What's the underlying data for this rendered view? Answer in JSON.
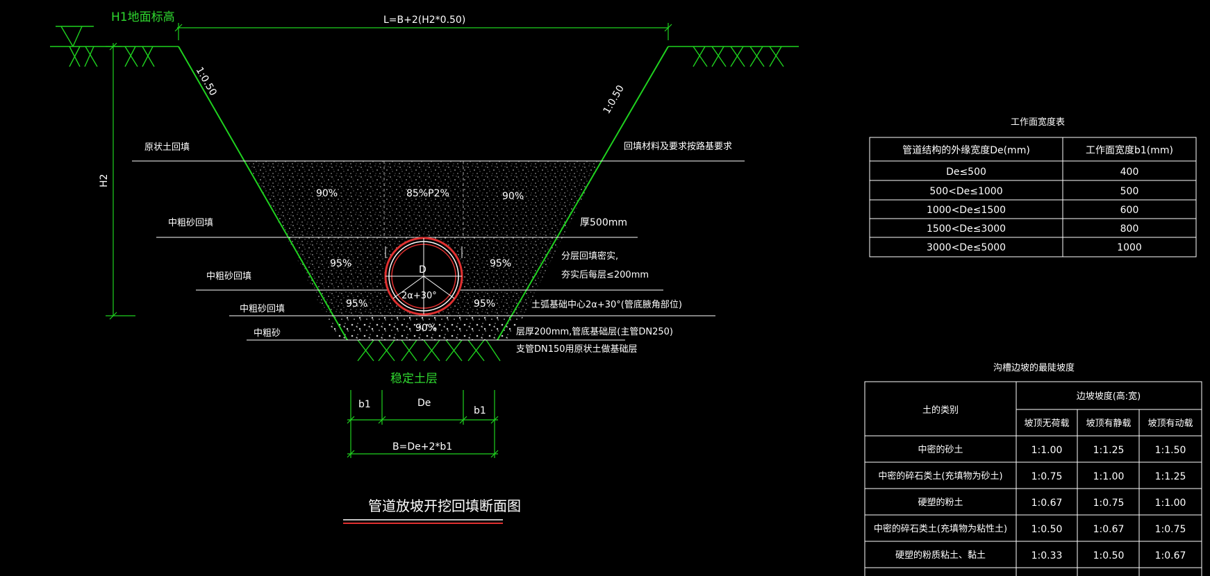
{
  "colors": {
    "background": "#000000",
    "line_green": "#1fd21f",
    "text_white": "#ffffff",
    "pipe_red": "#e03030"
  },
  "section": {
    "h1_label": "H1地面标高",
    "l_label": "L=B+2(H2*0.50)",
    "slope_left": "1:0.50",
    "slope_right": "1:0.50",
    "h2_label": "H2",
    "layers_left": [
      "原状土回填",
      "中粗砂回填",
      "中粗砂回填",
      "中粗砂回填",
      "中粗砂"
    ],
    "pct_top_left": "90%",
    "pct_top_mid": "85%P2%",
    "pct_top_right": "90%",
    "pct_mid_left": "95%",
    "pct_mid_right": "95%",
    "pct_low_left": "95%",
    "pct_low_right": "95%",
    "pct_bottom": "90%",
    "pipe_d": "D",
    "pipe_angle": "2α+30°",
    "note_top": "回填材料及要求按路基要求",
    "note_500": "厚500mm",
    "note_layer1": "分层回填密实,",
    "note_layer2": "夯实后每层≤200mm",
    "note_base": "土弧基础中心2α+30°(管底腋角部位)",
    "note_bed1": "层厚200mm,管底基础层(主管DN250)",
    "note_bed2": "支管DN150用原状土做基础层",
    "stable_soil": "稳定土层",
    "b1_left": "b1",
    "de_label": "De",
    "b1_right": "b1",
    "b_formula": "B=De+2*b1",
    "title": "管道放坡开挖回填断面图"
  },
  "width_table": {
    "title": "工作面宽度表",
    "headers": [
      "管道结构的外缘宽度De(mm)",
      "工作面宽度b1(mm)"
    ],
    "rows": [
      [
        "De≤500",
        "400"
      ],
      [
        "500<De≤1000",
        "500"
      ],
      [
        "1000<De≤1500",
        "600"
      ],
      [
        "1500<De≤3000",
        "800"
      ],
      [
        "3000<De≤5000",
        "1000"
      ]
    ]
  },
  "slope_table": {
    "title": "沟槽边坡的最陡坡度",
    "header_soil": "土的类别",
    "header_group": "边坡坡度(高:宽)",
    "sub_headers": [
      "坡顶无荷载",
      "坡顶有静载",
      "坡顶有动载"
    ],
    "rows": [
      [
        "中密的砂土",
        "1:1.00",
        "1:1.25",
        "1:1.50"
      ],
      [
        "中密的碎石类土(充填物为砂土)",
        "1:0.75",
        "1:1.00",
        "1:1.25"
      ],
      [
        "硬塑的粉土",
        "1:0.67",
        "1:0.75",
        "1:1.00"
      ],
      [
        "中密的碎石类土(充填物为粘性土)",
        "1:0.50",
        "1:0.67",
        "1:0.75"
      ],
      [
        "硬塑的粉质粘土、黏土",
        "1:0.33",
        "1:0.50",
        "1:0.67"
      ]
    ]
  }
}
